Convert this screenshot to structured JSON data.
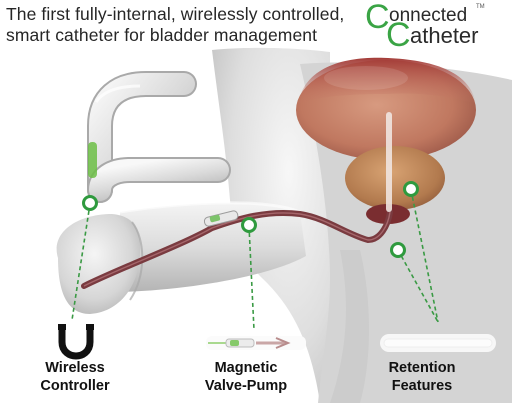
{
  "headline": {
    "line1": "The first fully-internal, wirelessly controlled,",
    "line2": "smart catheter for bladder management"
  },
  "logo": {
    "word1_initial": "C",
    "word1_rest": "onnected",
    "word2_initial": "C",
    "word2_rest": "atheter",
    "trademark": "TM"
  },
  "callouts": [
    {
      "line1": "Wireless",
      "line2": "Controller",
      "icon": "horseshoe-magnet-icon"
    },
    {
      "line1": "Magnetic",
      "line2": "Valve-Pump",
      "icon": "valve-pump-icon"
    },
    {
      "line1": "Retention",
      "line2": "Features",
      "icon": "retention-tube-icon"
    }
  ],
  "colors": {
    "brand_green": "#3aa445",
    "marker_green": "#2f9a3e",
    "leader_green": "#3a9a44",
    "catheter": "#7a3b40",
    "bladder": "#c8806a",
    "prostate": "#c08a5a",
    "body": "#d2d2d2",
    "text": "#222222"
  }
}
